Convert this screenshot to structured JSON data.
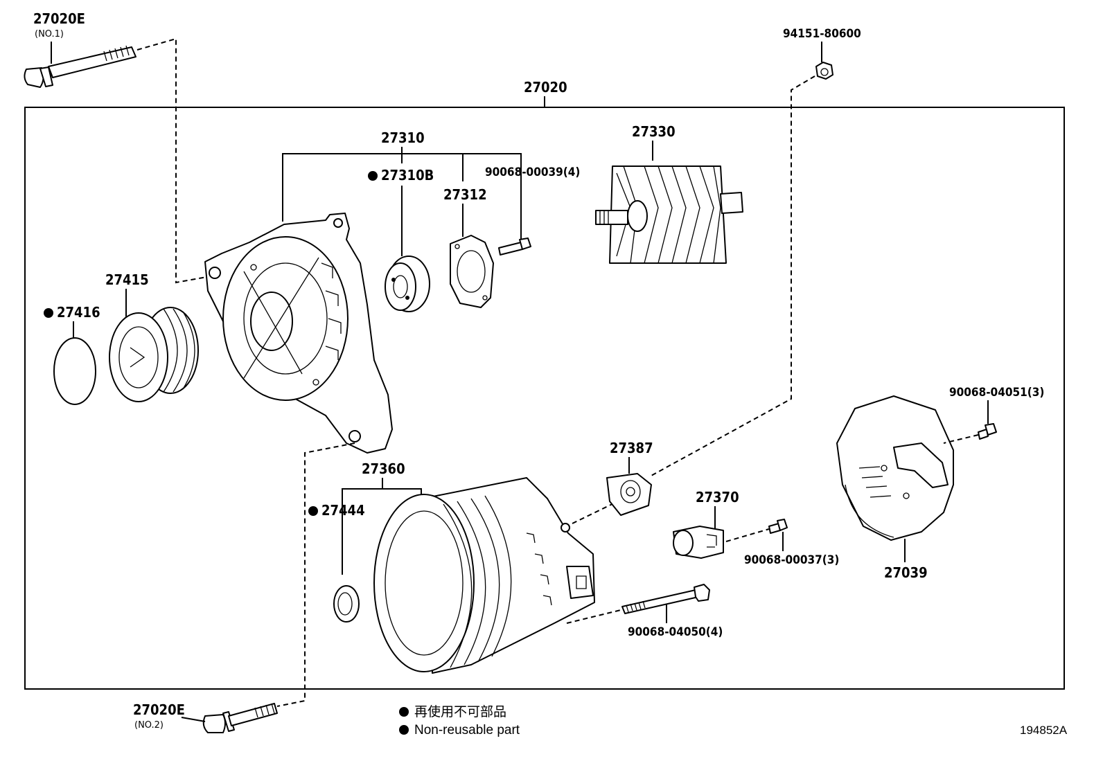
{
  "labels": {
    "assembly": "27020",
    "bolt_top": "27020E",
    "bolt_top_sub": "(NO.1)",
    "bolt_bottom": "27020E",
    "bolt_bottom_sub": "(NO.2)",
    "nut_top": "94151-80600",
    "frame": "27310",
    "bearing": "27310B",
    "retainer": "27312",
    "screw_frame": "90068-00039(4)",
    "rotor": "27330",
    "pulley": "27415",
    "pulley_cap": "27416",
    "rear_frame": "27360",
    "seal": "27444",
    "terminal": "27387",
    "regulator": "27370",
    "screw_reg": "90068-00037(3)",
    "cover": "27039",
    "screw_cover": "90068-04051(3)",
    "stud_bolt": "90068-04050(4)"
  },
  "legend": {
    "line1": "再使用不可部品",
    "line2": "Non-reusable part"
  },
  "diagram_code": "194852A"
}
